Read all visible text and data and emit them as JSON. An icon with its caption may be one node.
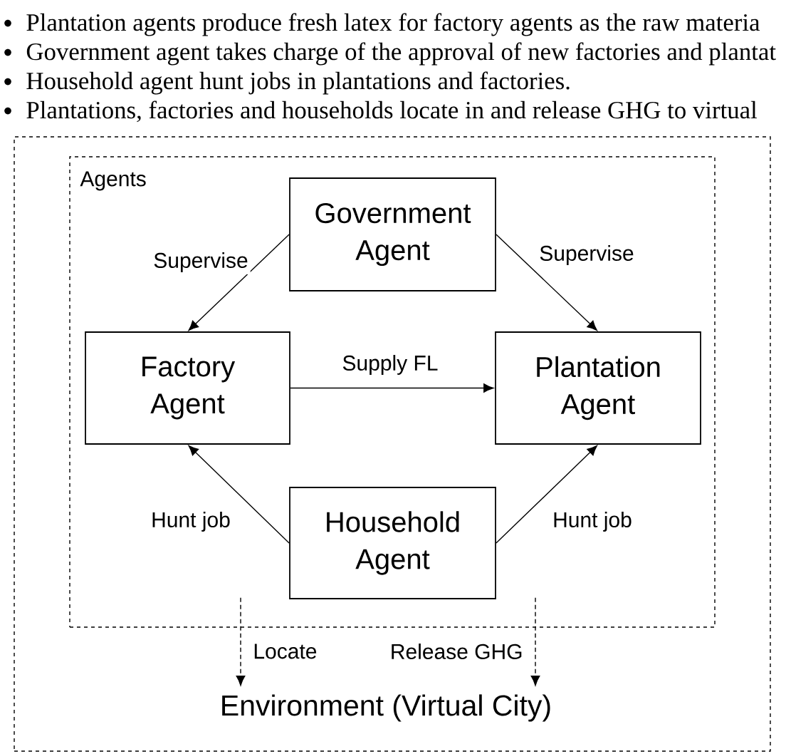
{
  "diagram": {
    "nodes": [
      {
        "text": [],
        "shape": "box"
      },
      {
        "text": [
          "Agents"
        ],
        "in": 0
      },
      {
        "text": [
          "Government Agent"
        ],
        "in": 1
      },
      {
        "text": [
          "Factory Agent"
        ],
        "in": 1
      },
      {
        "text": [
          "Plantation Agent"
        ],
        "in": 1
      },
      {
        "text": [
          "Household Agent"
        ],
        "in": 1
      },
      {
        "text": [
          "Environment (Virtual City)"
        ],
        "in": 0
      }
    ],
    "edges": [
      {
        "from": 2,
        "to": 3,
        "arrow": "to",
        "label": "Supervise"
      },
      {
        "from": 2,
        "to": 4,
        "arrow": "to",
        "label": "Supervise"
      },
      {
        "from": 3,
        "to": 4,
        "arrow": "to",
        "label": "Supply FL"
      },
      {
        "from": 5,
        "to": 3,
        "arrow": "to",
        "label": "Hunt job"
      },
      {
        "from": 5,
        "to": 4,
        "arrow": "to",
        "label": "Hunt job"
      },
      {
        "from": 1,
        "to": 6,
        "arrow": "to",
        "label": "Locate",
        "style": "dashed"
      },
      {
        "from": 1,
        "to": 6,
        "arrow": "to",
        "label": "Release GHG",
        "style": "dashed"
      }
    ],
    "labels": [
      "Plantation agents produce fresh latex for factory agents as the raw materia",
      "Government agent takes charge of the approval of new factories and plantat",
      "Household agent hunt jobs in plantations and factories.",
      "Plantations, factories and households locate in and release GHG to virtual"
    ]
  }
}
